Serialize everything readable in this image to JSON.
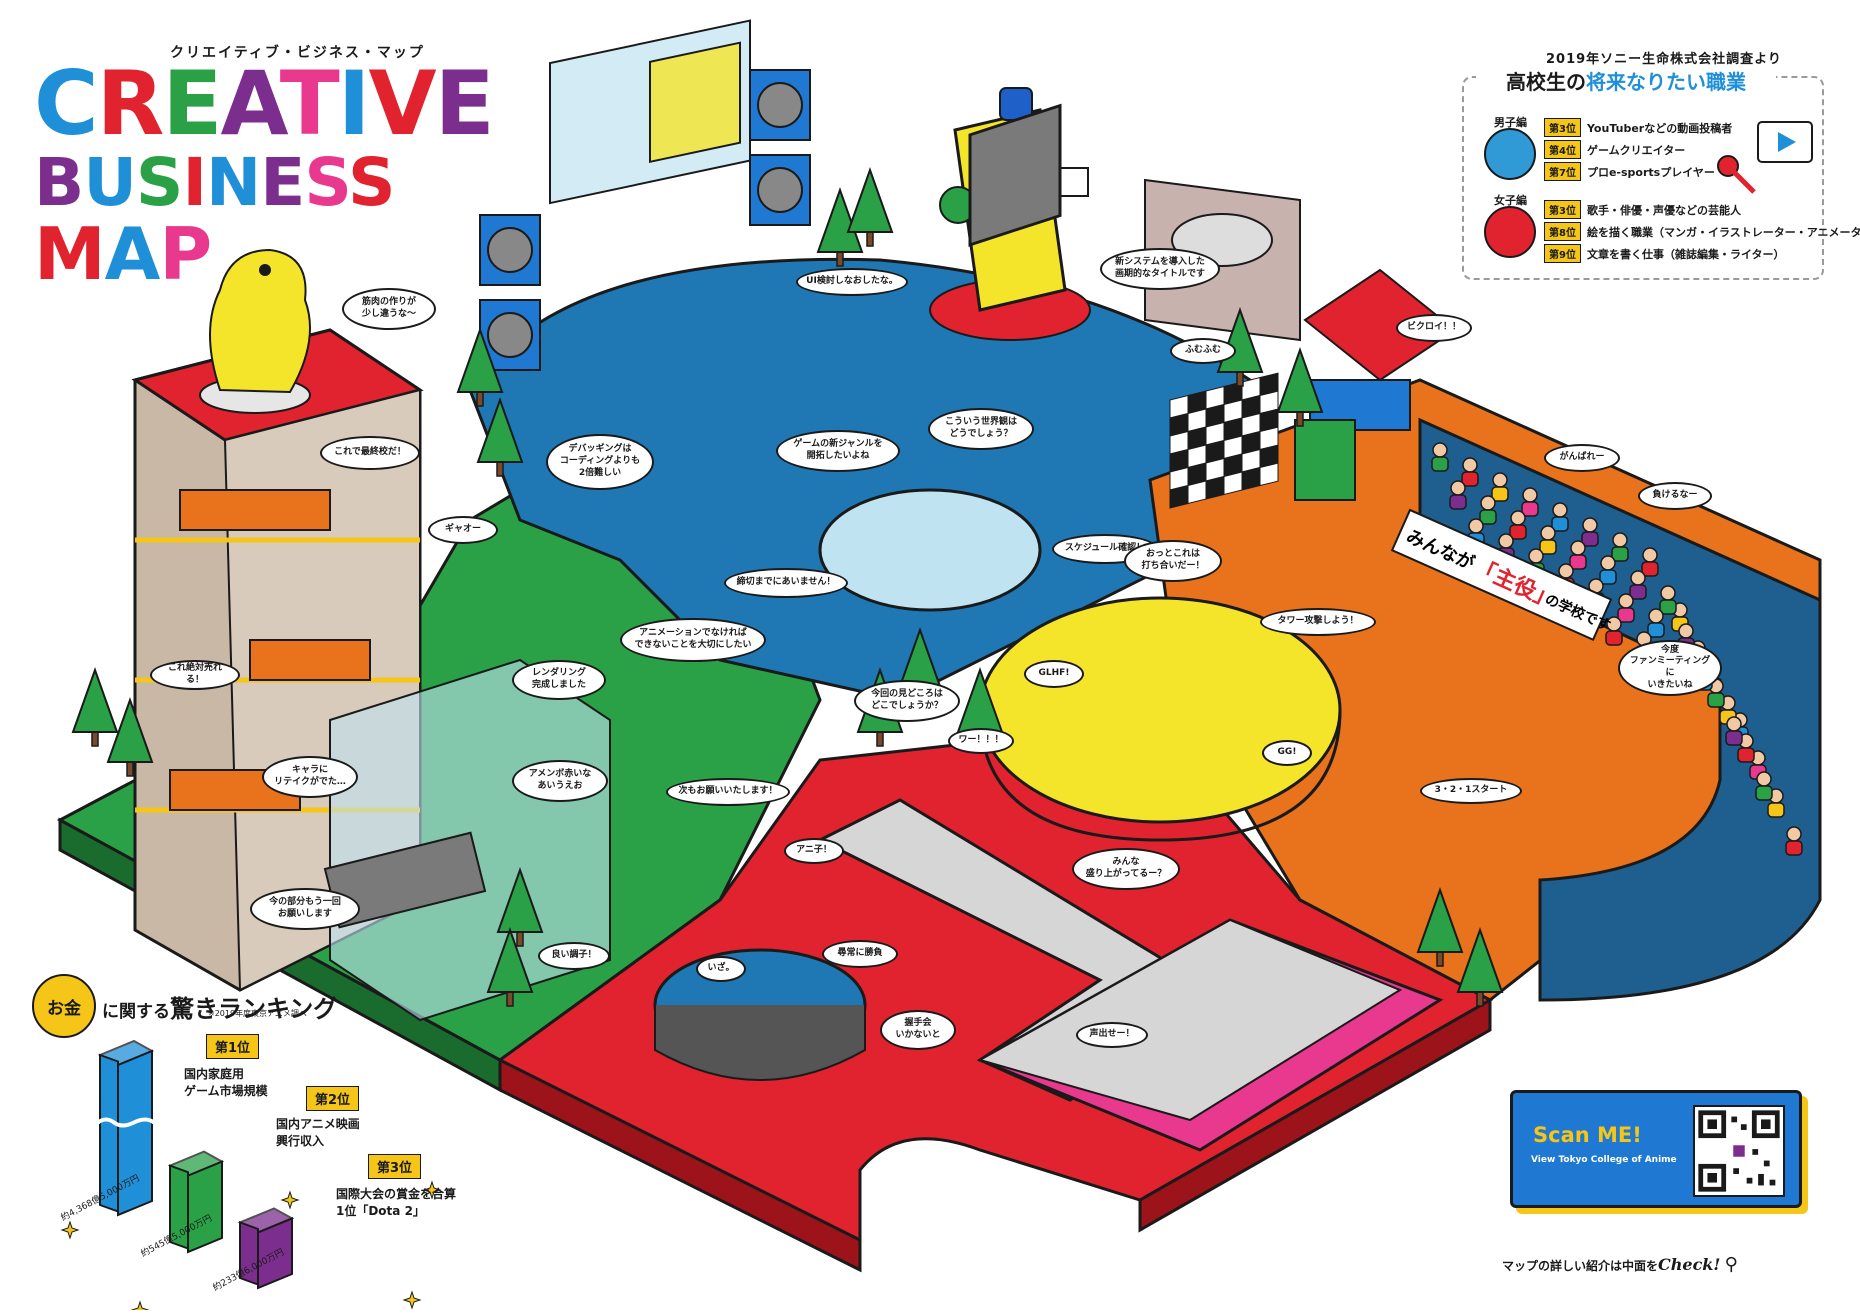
{
  "title": {
    "kana": "クリエイティブ・ビジネス・マップ",
    "line1": "CREATIVE",
    "line2": "BUSINESS",
    "line3": "MAP"
  },
  "ranking": {
    "source": "2019年ソニー生命株式会社調査より",
    "heading_prefix": "高校生の",
    "heading_blue": "将来なりたい職業",
    "boys_label": "男子編",
    "girls_label": "女子編",
    "boys": [
      {
        "rank": "第3位",
        "job": "YouTuberなどの動画投稿者"
      },
      {
        "rank": "第4位",
        "job": "ゲームクリエイター"
      },
      {
        "rank": "第7位",
        "job": "プロe-sportsプレイヤー"
      }
    ],
    "girls": [
      {
        "rank": "第3位",
        "job": "歌手・俳優・声優などの芸能人"
      },
      {
        "rank": "第8位",
        "job": "絵を描く職業（マンガ・イラストレーター・アニメーター）"
      },
      {
        "rank": "第9位",
        "job": "文章を書く仕事（雑誌編集・ライター）"
      }
    ]
  },
  "banner": {
    "prefix": "みんなが",
    "highlight": "「主役」",
    "suffix": "の学校です"
  },
  "bubbles": [
    {
      "text": "筋肉の作りが\n少し違うな〜"
    },
    {
      "text": "これで最終校だ！"
    },
    {
      "text": "これ絶対売れる！"
    },
    {
      "text": "キャラに\nリテイクがでた…"
    },
    {
      "text": "今の部分もう一回\nお願いします"
    },
    {
      "text": "アメンボ赤いな\nあいうえお"
    },
    {
      "text": "ギャオー"
    },
    {
      "text": "レンダリング\n完成しました"
    },
    {
      "text": "デバッギングは\nコーディングよりも\n2倍難しい"
    },
    {
      "text": "UI検討しなおしたな。"
    },
    {
      "text": "ゲームの新ジャンルを\n開拓したいよね"
    },
    {
      "text": "こういう世界観は\nどうでしょう？"
    },
    {
      "text": "新システムを導入した\n画期的なタイトルです"
    },
    {
      "text": "ふむふむ"
    },
    {
      "text": "ビクロイ！！"
    },
    {
      "text": "締切までにあいません！"
    },
    {
      "text": "アニメーションでなければ\nできないことを大切にしたい"
    },
    {
      "text": "スケジュール確認！"
    },
    {
      "text": "おっとこれは\n打ち合いだー！"
    },
    {
      "text": "タワー攻撃しよう！"
    },
    {
      "text": "GLHF!"
    },
    {
      "text": "GG!"
    },
    {
      "text": "がんばれー"
    },
    {
      "text": "負けるなー"
    },
    {
      "text": "今度\nファンミーティングに\nいきたいね"
    },
    {
      "text": "今回の見どころは\nどこでしょうか？"
    },
    {
      "text": "ワー！！！"
    },
    {
      "text": "次もお願いいたします！"
    },
    {
      "text": "アニ子！"
    },
    {
      "text": "みんな\n盛り上がってるー？"
    },
    {
      "text": "3・2・1スタート"
    },
    {
      "text": "良い調子！"
    },
    {
      "text": "いざ。"
    },
    {
      "text": "尋常に勝負"
    },
    {
      "text": "握手会\nいかないと"
    },
    {
      "text": "声出せー！"
    }
  ],
  "money": {
    "coin": "お金",
    "title_pre": "に関する",
    "title_big": "驚きランキング",
    "note": "※2019年度東京アニメ調べ",
    "items": [
      {
        "rank": "第1位",
        "label": "国内家庭用\nゲーム市場規模",
        "amount": "約4,368億5,000万円",
        "value": 4368.5
      },
      {
        "rank": "第2位",
        "label": "国内アニメ映画\n興行収入",
        "amount": "約545億5,000万円",
        "value": 545.5
      },
      {
        "rank": "第3位",
        "label": "国際大会の賞金を合算\n1位「Dota 2」",
        "amount": "約233億6,000万円",
        "value": 233.6
      }
    ]
  },
  "qr": {
    "scan": "Scan ME!",
    "sub": "View Tokyo College of Anime",
    "footer_pre": "マップの詳しい紹介は中面を",
    "footer_check": "Check!"
  },
  "colors": {
    "blue": "#1f8fd8",
    "red": "#e0232e",
    "green": "#2aa147",
    "purple": "#7b2e8e",
    "pink": "#e8398e",
    "yellow": "#f5c518",
    "orange": "#e8731c",
    "navy": "#1f5f8f"
  }
}
